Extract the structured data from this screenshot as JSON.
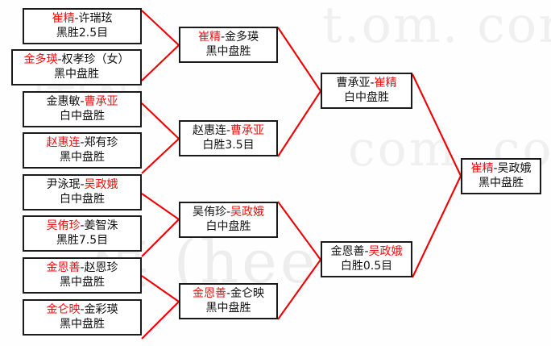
{
  "diagram": {
    "type": "single-elimination-bracket",
    "title": "",
    "colors": {
      "winner": "#ee1111",
      "loser": "#111111",
      "connector": "#ee0000",
      "box_border": "#1a1a1a"
    },
    "watermarks": [
      {
        "text": "t.om. com)"
      },
      {
        "text": "com. com"
      },
      {
        "text": "棋 (hee"
      },
      {
        "text": "围棋"
      }
    ]
  },
  "rounds": [
    {
      "name": "round-1",
      "matches": [
        {
          "winner": "崔精",
          "sep": "-",
          "loser": "许瑞玹",
          "loser_first": false,
          "result": "黑胜2.5目"
        },
        {
          "winner": "金多瑛",
          "sep": "-",
          "loser": "权孝珍（女）",
          "loser_first": false,
          "result": "黑中盘胜"
        },
        {
          "winner": "曹承亚",
          "sep": "-",
          "loser": "金惠敏",
          "loser_first": true,
          "result": "白中盘胜"
        },
        {
          "winner": "赵惠连",
          "sep": "-",
          "loser": "郑有珍",
          "loser_first": false,
          "result": "黑中盘胜"
        },
        {
          "winner": "吴政娥",
          "sep": "-",
          "loser": "尹泳珉",
          "loser_first": true,
          "result": "白中盘胜"
        },
        {
          "winner": "吴侑珍",
          "sep": "-",
          "loser": "姜智洙",
          "loser_first": false,
          "result": "黑胜7.5目"
        },
        {
          "winner": "金恩善",
          "sep": "-",
          "loser": "赵恩珍",
          "loser_first": false,
          "result": "黑中盘胜"
        },
        {
          "winner": "金仑映",
          "sep": "-",
          "loser": "金彩瑛",
          "loser_first": false,
          "result": "黑中盘胜"
        }
      ]
    },
    {
      "name": "round-2",
      "matches": [
        {
          "winner": "崔精",
          "sep": "-",
          "loser": "金多瑛",
          "loser_first": false,
          "result": "黑中盘胜"
        },
        {
          "winner": "曹承亚",
          "sep": "-",
          "loser": "赵惠连",
          "loser_first": true,
          "result": "白胜3.5目"
        },
        {
          "winner": "吴政娥",
          "sep": "-",
          "loser": "吴侑珍",
          "loser_first": true,
          "result": "白中盘胜"
        },
        {
          "winner": "金恩善",
          "sep": "-",
          "loser": "金仑映",
          "loser_first": false,
          "result": "黑中盘胜"
        }
      ]
    },
    {
      "name": "semifinal",
      "matches": [
        {
          "winner": "崔精",
          "sep": "-",
          "loser": "曹承亚",
          "loser_first": true,
          "result": "白中盘胜"
        },
        {
          "winner": "吴政娥",
          "sep": "-",
          "loser": "金恩善",
          "loser_first": true,
          "result": "白胜0.5目"
        }
      ]
    },
    {
      "name": "final",
      "matches": [
        {
          "winner": "崔精",
          "sep": "-",
          "loser": "吴政娥",
          "loser_first": false,
          "result": "黑中盘胜"
        }
      ]
    }
  ]
}
